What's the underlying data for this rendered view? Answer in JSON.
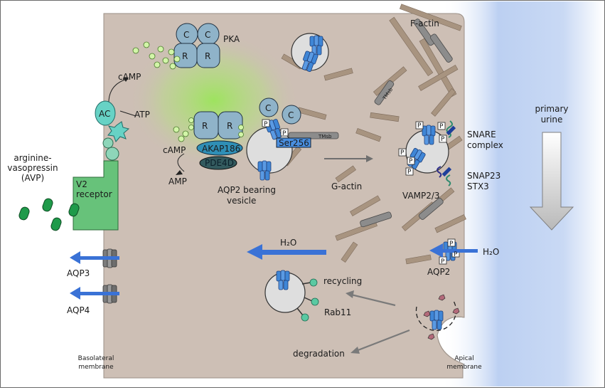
{
  "colors": {
    "cytoplasm": "#cdbfb5",
    "urine_gradient": "#bcd0f2",
    "pka_subunit": "#8fb3c9",
    "receptor": "#67c27a",
    "vesicle": "#dedede",
    "aqp2": "#3f86d6",
    "actin_filament": "#a89480",
    "camp_dot": "#d2f5a8",
    "water_arrow": "#3a72d6",
    "grey_arrow": "#7a7a7a"
  },
  "labels": {
    "pka": "PKA",
    "pka_c1": "C",
    "pka_c2": "C",
    "pka_r1": "R",
    "pka_r2": "R",
    "camp_top": "cAMP",
    "atp": "ATP",
    "ac": "AC",
    "avp": "arginine-\nvasopressin\n(AVP)",
    "v2_receptor": "V2\nreceptor",
    "anchored_r1": "R",
    "anchored_r2": "R",
    "camp_mid": "cAMP",
    "akap": "AKAP186",
    "pde": "PDE4D",
    "amp": "AMP",
    "pka_c3": "C",
    "pka_c4": "C",
    "phospho": "P",
    "ser256": "Ser256",
    "tmsb_vesicle": "TMsb",
    "tmsb_actin": "TMsb",
    "aqp2_vesicle": "AQP2 bearing\nvesicle",
    "g_actin": "G-actin",
    "f_actin": "F-actin",
    "snare": "SNARE\ncomplex",
    "snap23": "SNAP23",
    "stx3": "STX3",
    "vamp": "VAMP2/3",
    "primary_urine": "primary\nurine",
    "h2o_apical": "H₂O",
    "aqp2_membrane": "AQP2",
    "h2o_flux": "H₂O",
    "aqp3": "AQP3",
    "aqp4": "AQP4",
    "recycling": "recycling",
    "rab11": "Rab11",
    "degradation": "degradation",
    "basolateral": "Basolateral\nmembrane",
    "apical": "Apical\nmembrane"
  }
}
